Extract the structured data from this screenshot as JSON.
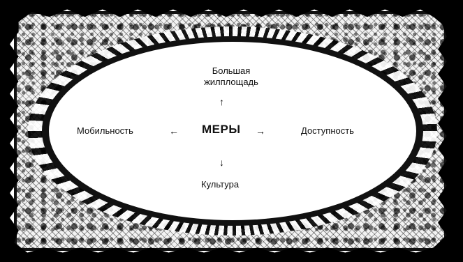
{
  "diagram": {
    "center": "МЕРЫ",
    "top": "Большая\nжилплощадь",
    "left": "Мобильность",
    "right": "Доступность",
    "bottom": "Культура"
  },
  "colors": {
    "background": "#000000",
    "lace": "#f2f2f2",
    "panel": "#ffffff",
    "text": "#111111"
  },
  "icons": {
    "up": "arrow-up-icon",
    "down": "arrow-down-icon",
    "left": "arrow-left-icon",
    "right": "arrow-right-icon"
  }
}
